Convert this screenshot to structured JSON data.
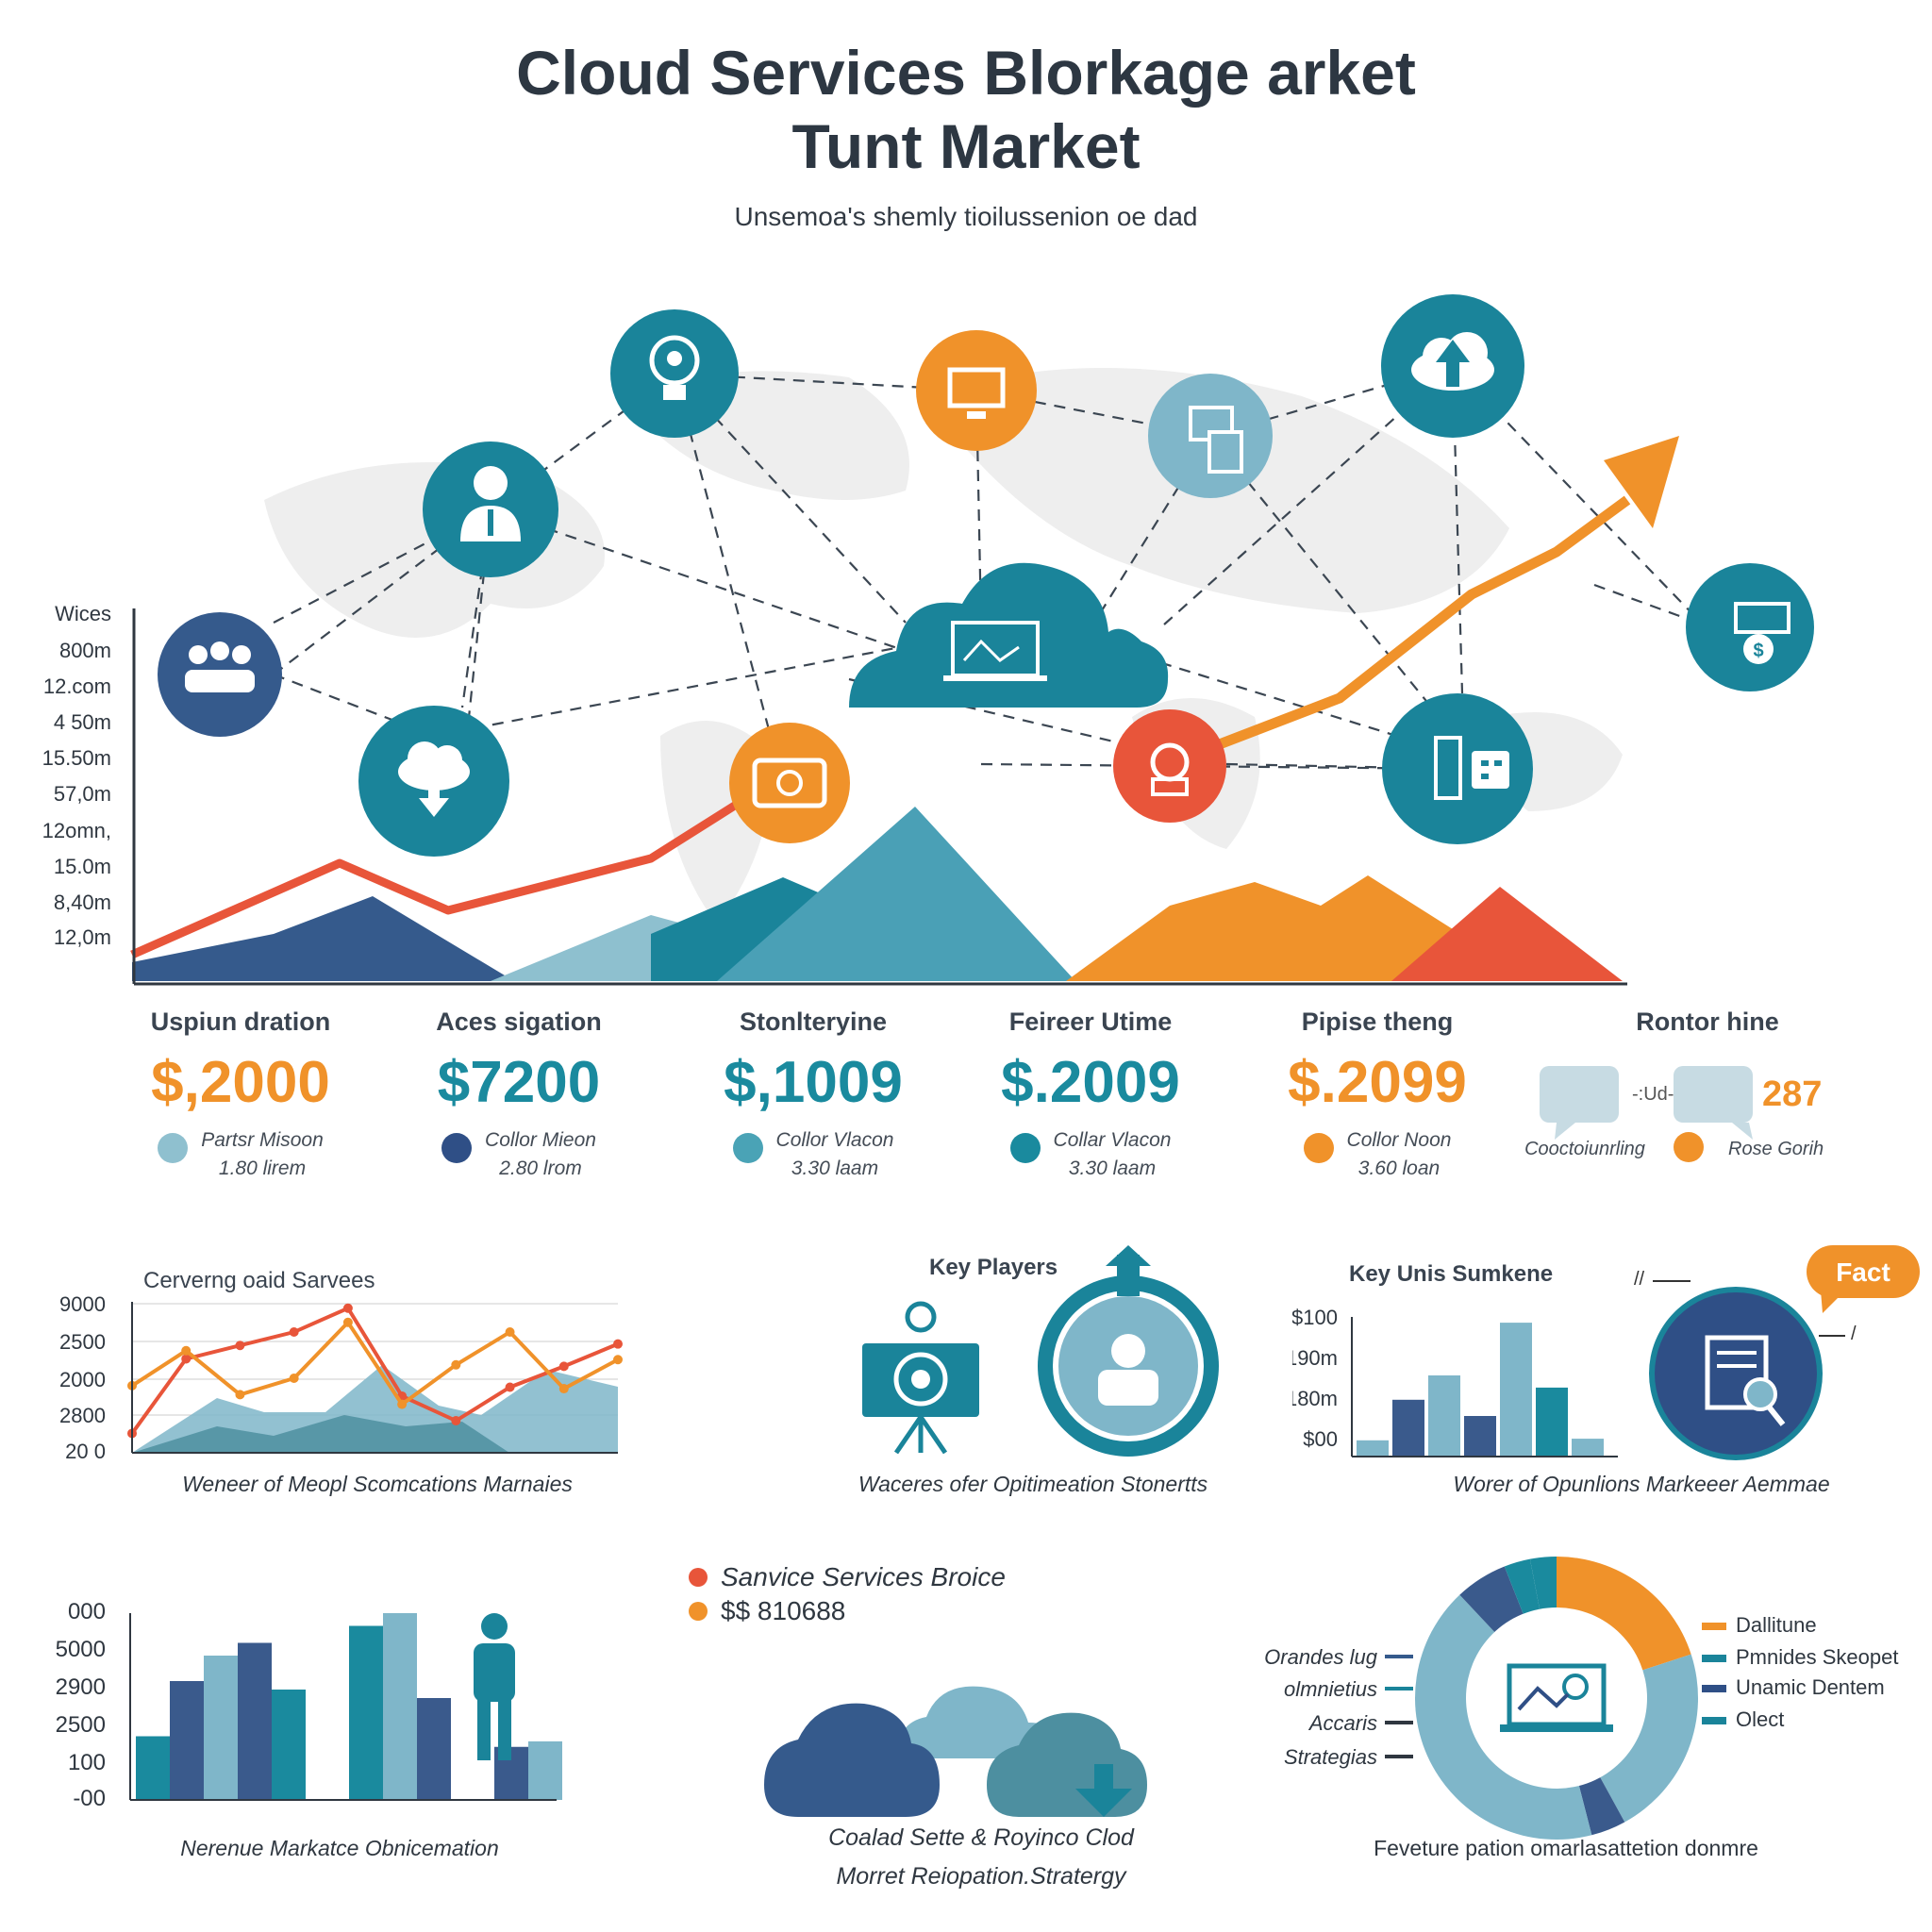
{
  "header": {
    "title_line1": "Cloud Services Blorkage arket",
    "title_line2": "Tunt Market",
    "subtitle": "Unsemoa's shemly tioilussenion oe dad"
  },
  "colors": {
    "teal": "#1a8a9e",
    "dark_blue": "#3a5a8c",
    "light_blue": "#7fb6c9",
    "orange": "#f0922a",
    "red": "#e8553a"
  },
  "network": {
    "icons": [
      "lightbulb-icon",
      "computer-icon",
      "document-icon",
      "cloud-upload-icon",
      "businessman-icon",
      "handshake-icon",
      "cloud-download-icon",
      "cloud-laptop-icon",
      "money-box-icon",
      "settings-icon",
      "server-icon",
      "cart-dollar-icon"
    ]
  },
  "chart_data": [
    {
      "type": "area",
      "title": "",
      "ylabel": "Wices",
      "y_tick_labels": [
        "800m",
        "12.com",
        "4 50m",
        "15.50m",
        "57,0m",
        "12omn,",
        "15.0m",
        "8,40m",
        "12,0m"
      ],
      "x": [
        0,
        1,
        2,
        3,
        4,
        5,
        6,
        7,
        8,
        9
      ],
      "series": [
        {
          "values": [
            1.0,
            3.5,
            2.5,
            3.2,
            3.8,
            5.5,
            6.7,
            7.5,
            8.7,
            9.6
          ]
        },
        {
          "values": [
            0.8,
            2.5,
            0.0,
            0.0,
            0.0,
            0.0,
            0.0,
            0.0,
            0.0,
            0.0
          ]
        },
        {
          "values": [
            0.0,
            0.0,
            0.0,
            0.0,
            3.0,
            0.0,
            0.0,
            0.0,
            0.0,
            0.0
          ]
        },
        {
          "values": [
            0.0,
            0.0,
            0.0,
            0.0,
            0.0,
            3.8,
            0.0,
            0.0,
            0.0,
            0.0
          ]
        },
        {
          "values": [
            0.0,
            0.0,
            0.0,
            0.0,
            0.0,
            0.0,
            0.0,
            2.8,
            0.0,
            0.0
          ]
        },
        {
          "values": [
            0.0,
            0.0,
            0.0,
            0.0,
            0.0,
            0.0,
            0.0,
            0.0,
            2.6,
            0.0
          ]
        }
      ]
    },
    {
      "type": "line",
      "title": "Cerverng oaid Sarvees",
      "xlabel": "Weneer of Meopl Scomcations Marnaies",
      "y_tick_labels": [
        "9000",
        "2500",
        "2000",
        "2800",
        "20 0"
      ],
      "x": [
        0,
        1,
        2,
        3,
        4,
        5,
        6,
        7,
        8,
        9,
        10,
        11,
        12
      ],
      "series": [
        {
          "values": [
            260,
            1260,
            1440,
            1620,
            1940,
            760,
            430,
            880,
            1160,
            1460
          ]
        },
        {
          "values": [
            900,
            1370,
            780,
            1000,
            1750,
            650,
            1180,
            1620,
            860,
            1250
          ]
        }
      ]
    },
    {
      "type": "bar",
      "title": "Key Unis Sumkene",
      "xlabel": "Worer of Opunlions Markeeer Aemmae",
      "y_tick_labels": [
        "$100",
        "190m",
        "180m",
        "$00"
      ],
      "categories": [
        "1",
        "2",
        "3",
        "4",
        "5",
        "6",
        "7"
      ],
      "values": [
        20,
        70,
        100,
        50,
        165,
        85,
        22
      ]
    },
    {
      "type": "bar",
      "title": "",
      "xlabel": "Nerenue Markatce  Obnicemation",
      "y_tick_labels": [
        "000",
        "5000",
        "2900",
        "2500",
        "100",
        "-00"
      ],
      "categories": [
        "1",
        "2",
        "3",
        "4",
        "5",
        "6",
        "7",
        "8",
        "9",
        "10",
        "11",
        "12"
      ],
      "values": [
        1500,
        2800,
        3400,
        3700,
        2600,
        0,
        4100,
        4400,
        2400,
        0,
        1250,
        1380
      ]
    },
    {
      "type": "pie",
      "title": "",
      "caption": "Feveture pation omarlasattetion donmre",
      "slices": [
        {
          "label": "Dallitune",
          "value": 20
        },
        {
          "label": "Pmnides Skeopet",
          "value": 22
        },
        {
          "label": "Unamic Dentem",
          "value": 4
        },
        {
          "label": "Olect",
          "value": 42
        },
        {
          "label": "",
          "value": 6
        },
        {
          "label": "",
          "value": 3
        },
        {
          "label": "",
          "value": 3
        }
      ],
      "left_labels": [
        "Orandes lug",
        "olmnietius",
        "Accaris",
        "Strategias"
      ]
    }
  ],
  "stats": [
    {
      "label": "Uspiun dration",
      "value": "$,2000",
      "sub1": "Partsr Misoon",
      "sub2": "1.80 lirem",
      "color": "#f0922a",
      "dot": "#8fc0cf"
    },
    {
      "label": "Aces sigation",
      "value": "$7200",
      "sub1": "Collor Mieon",
      "sub2": "2.80 lrom",
      "color": "#1a8a9e",
      "dot": "#2f4f86"
    },
    {
      "label": "Stonlteryine",
      "value": "$,1009",
      "sub1": "Collor Vlacon",
      "sub2": "3.30 laam",
      "color": "#1a8a9e",
      "dot": "#4aa3b6"
    },
    {
      "label": "Feireer Utime",
      "value": "$.2009",
      "sub1": "Collar Vlacon",
      "sub2": "3.30 laam",
      "color": "#1a8a9e",
      "dot": "#1a8a9e"
    },
    {
      "label": "Pipise theng",
      "value": "$.2099",
      "sub1": "Collor Noon",
      "sub2": "3.60 loan",
      "color": "#f0922a",
      "dot": "#f0922a"
    }
  ],
  "roncor": {
    "label": "Rontor hine",
    "value": "287",
    "left_text": "Cooctoiunrling",
    "right_text": "Rose Gorih",
    "bubble_mid": "-:Ud-"
  },
  "key_players": {
    "title": "Key Players",
    "caption": "Waceres ofer Opitimeation Stonertts"
  },
  "fact": {
    "badge": "Fact",
    "mark_left": "//",
    "mark_right": "/"
  },
  "service_prices": {
    "title": "Sanvice Services Broice",
    "value": "$$ 810688",
    "caption_line1": "Coalad Sette & Royinco Clod",
    "caption_line2": "Morret Reiopation.Stratergy"
  }
}
